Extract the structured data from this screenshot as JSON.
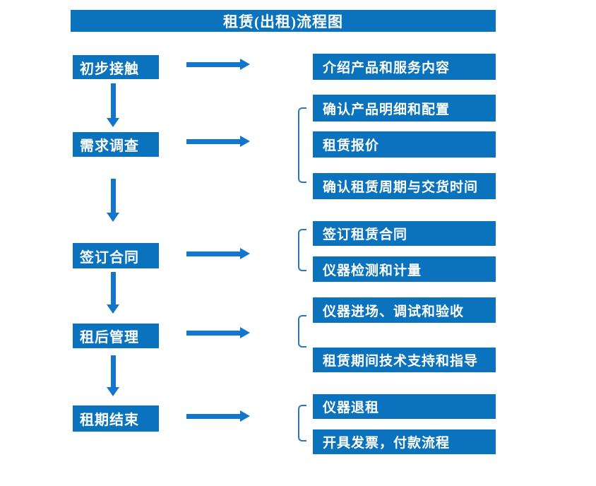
{
  "title": "租赁(出租)流程图",
  "colors": {
    "box_blue": "#0b72be",
    "arrow_blue": "#1376ca",
    "bracket_blue": "#2e75b6",
    "text_white": "#ffffff",
    "background": "#ffffff"
  },
  "steps": [
    {
      "label": "初步接触",
      "details": [
        "介绍产品和服务内容"
      ]
    },
    {
      "label": "需求调查",
      "details": [
        "确认产品明细和配置",
        "租赁报价",
        "确认租赁周期与交货时间"
      ]
    },
    {
      "label": "签订合同",
      "details": [
        "签订租赁合同",
        "仪器检测和计量"
      ]
    },
    {
      "label": "租后管理",
      "details": [
        "仪器进场、调试和验收",
        "租赁期间技术支持和指导"
      ]
    },
    {
      "label": "租期结束",
      "details": [
        "仪器退租",
        "开具发票，付款流程"
      ]
    }
  ]
}
